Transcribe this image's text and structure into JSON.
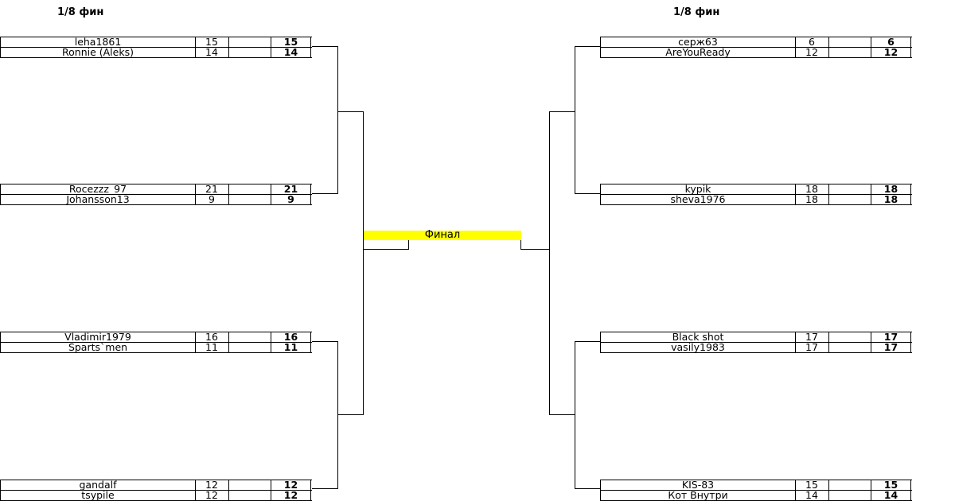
{
  "stage_left": "1/8 фин",
  "stage_right": "1/8 фин",
  "final_label": "Финал",
  "matches": [
    {
      "rows": [
        {
          "name": "leha1861",
          "s1": "15",
          "s3": "15"
        },
        {
          "name": "Ronnie (Aleks)",
          "s1": "14",
          "s3": "14"
        }
      ]
    },
    {
      "rows": [
        {
          "name": "Rocezzz_97",
          "s1": "21",
          "s3": "21"
        },
        {
          "name": "Johansson13",
          "s1": "9",
          "s3": "9"
        }
      ]
    },
    {
      "rows": [
        {
          "name": "Vladimir1979",
          "s1": "16",
          "s3": "16"
        },
        {
          "name": "Sparts`men",
          "s1": "11",
          "s3": "11"
        }
      ]
    },
    {
      "rows": [
        {
          "name": "gandalf",
          "s1": "12",
          "s3": "12"
        },
        {
          "name": "tsypile",
          "s1": "12",
          "s3": "12"
        }
      ]
    },
    {
      "rows": [
        {
          "name": "серж63",
          "s1": "6",
          "s3": "6"
        },
        {
          "name": "AreYouReady",
          "s1": "12",
          "s3": "12"
        }
      ]
    },
    {
      "rows": [
        {
          "name": "kypik",
          "s1": "18",
          "s3": "18"
        },
        {
          "name": "sheva1976",
          "s1": "18",
          "s3": "18"
        }
      ]
    },
    {
      "rows": [
        {
          "name": "Black shot",
          "s1": "17",
          "s3": "17"
        },
        {
          "name": "vasily1983",
          "s1": "17",
          "s3": "17"
        }
      ]
    },
    {
      "rows": [
        {
          "name": "KIS-83",
          "s1": "15",
          "s3": "15"
        },
        {
          "name": "Кот Внутри",
          "s1": "14",
          "s3": "14"
        }
      ]
    }
  ]
}
